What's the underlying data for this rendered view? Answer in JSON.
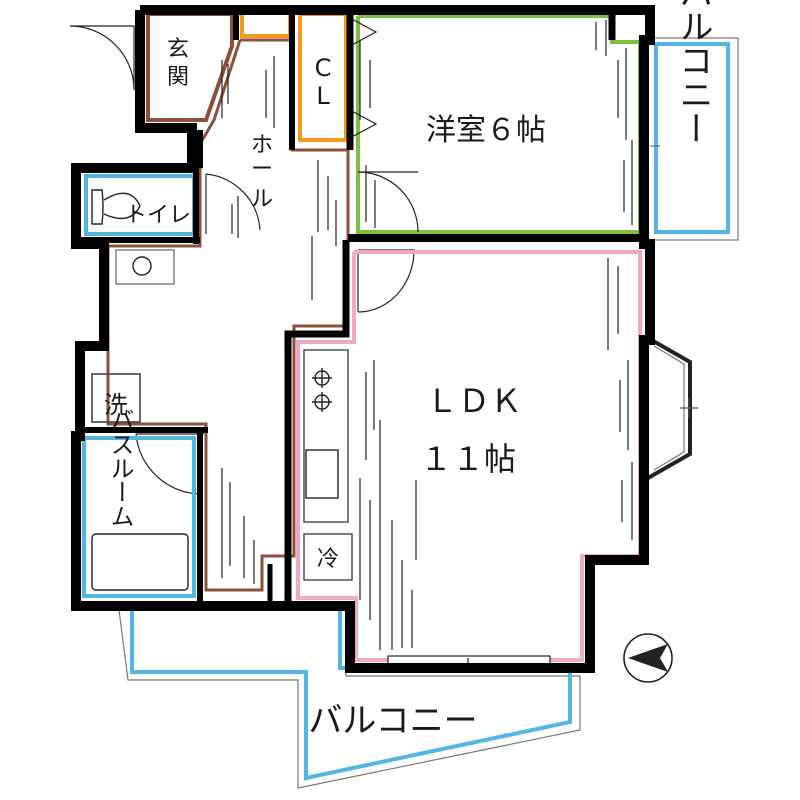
{
  "floor_plan": {
    "rooms": {
      "entrance": "玄関",
      "closet_top": "C",
      "closet_bottom": "L",
      "western_room": "洋室６帖",
      "balcony_right": "バルコニー",
      "hall": "ホール",
      "toilet": "トイレ",
      "washroom": "洗",
      "bathroom": "バスルーム",
      "ldk": "ＬＤＫ",
      "ldk_size": "１１帖",
      "fridge": "冷",
      "balcony_bottom": "バルコニー"
    },
    "colors": {
      "wall": "#000000",
      "western_room": "#7cc242",
      "ldk": "#f1a7c7",
      "wet_area": "#52b6e3",
      "hall": "#8b4f3a",
      "closet": "#f39a1f",
      "balcony": "#52b6e3"
    },
    "icons": [
      "compass-icon",
      "stove-icon",
      "toilet-icon",
      "sink-icon",
      "bathtub-icon"
    ]
  }
}
